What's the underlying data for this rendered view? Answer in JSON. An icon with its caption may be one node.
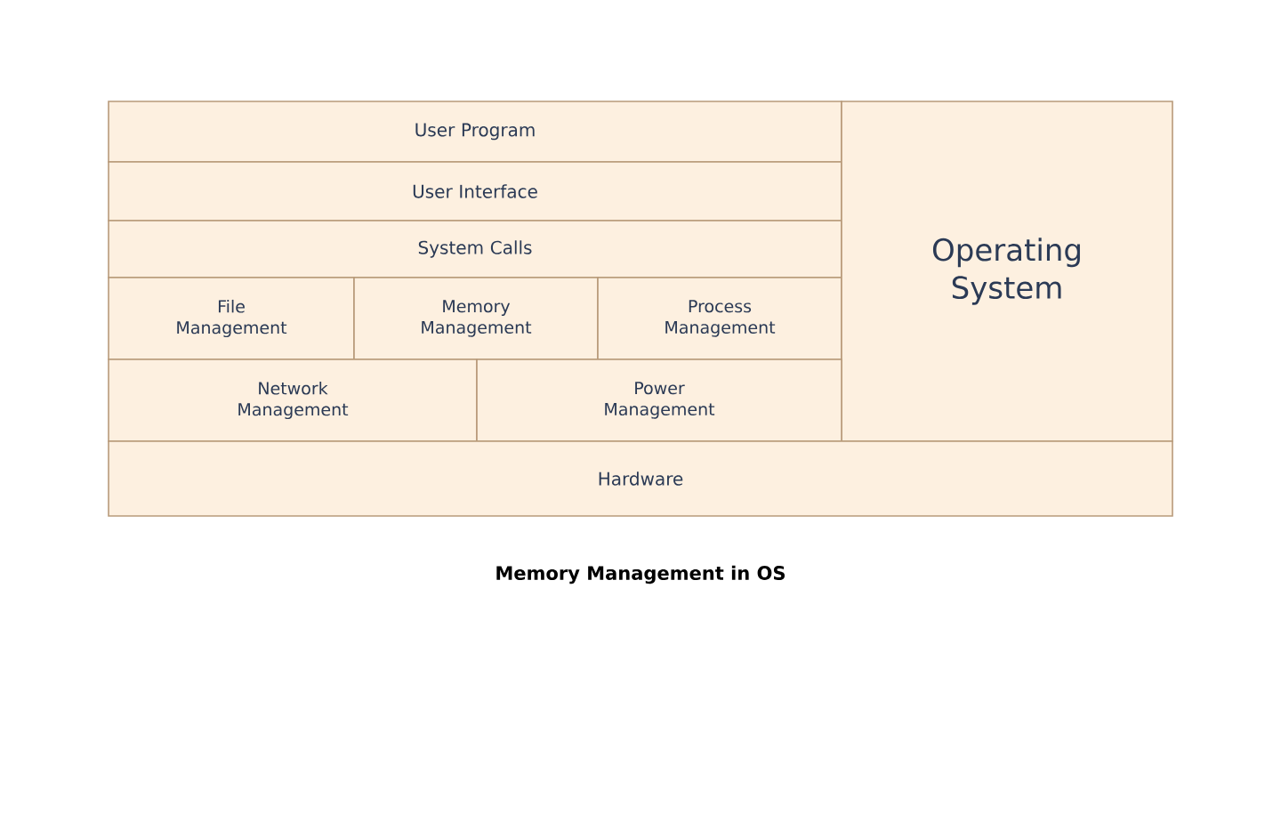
{
  "diagram": {
    "caption": "Memory Management in OS",
    "nodes": [
      {
        "text": [
          "User Program"
        ]
      },
      {
        "text": [
          "User Interface"
        ]
      },
      {
        "text": [
          "System Calls"
        ]
      },
      {
        "text": [
          "File Management"
        ]
      },
      {
        "text": [
          "Memory Management"
        ]
      },
      {
        "text": [
          "Process Management"
        ]
      },
      {
        "text": [
          "Operating System"
        ]
      },
      {
        "text": [
          "Network Management"
        ]
      },
      {
        "text": [
          "Power Management"
        ]
      },
      {
        "text": [
          "Hardware"
        ]
      }
    ]
  }
}
